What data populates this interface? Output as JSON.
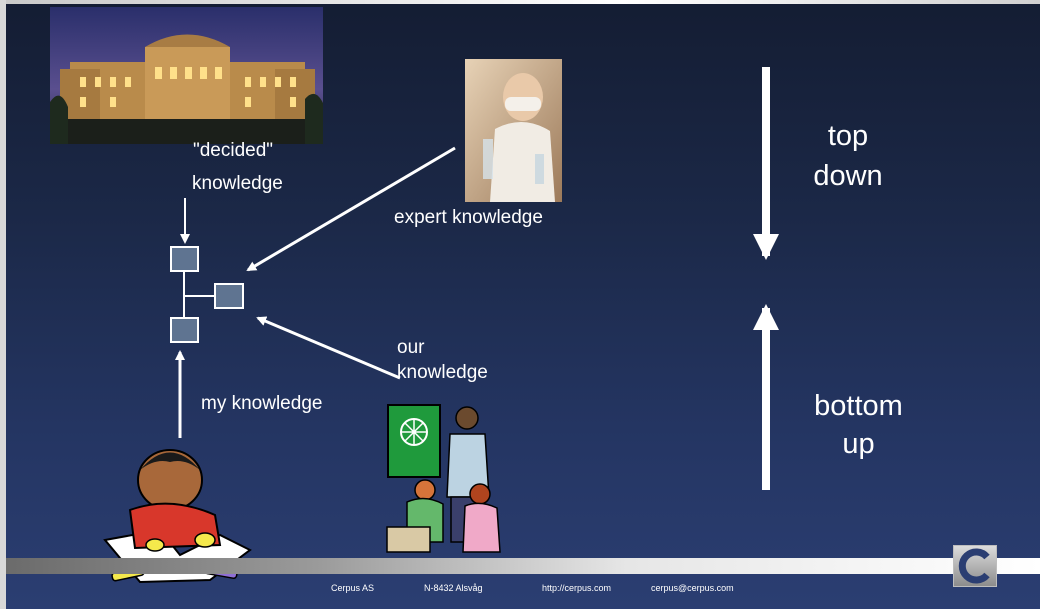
{
  "labels": {
    "decided_line1": "\"decided\"",
    "decided_line2": "knowledge",
    "expert": "expert knowledge",
    "our_line1": "our",
    "our_line2": "knowledge",
    "my": "my knowledge",
    "top": "top",
    "down": "down",
    "bottom": "bottom",
    "up": "up"
  },
  "footer": {
    "company": "Cerpus AS",
    "address": "N-8432 Alsvåg",
    "url": "http://cerpus.com",
    "email": "cerpus@cerpus.com"
  },
  "colors": {
    "background_top": "#141d33",
    "background_bottom": "#2b3e72",
    "box_fill": "#5f7491",
    "text": "#ffffff"
  },
  "images": {
    "parliament": "parliament-building-photo",
    "expert": "scientist-photo",
    "child": "child-drawing-clipart",
    "classroom": "teacher-classroom-clipart",
    "logo": "cerpus-c-logo"
  }
}
